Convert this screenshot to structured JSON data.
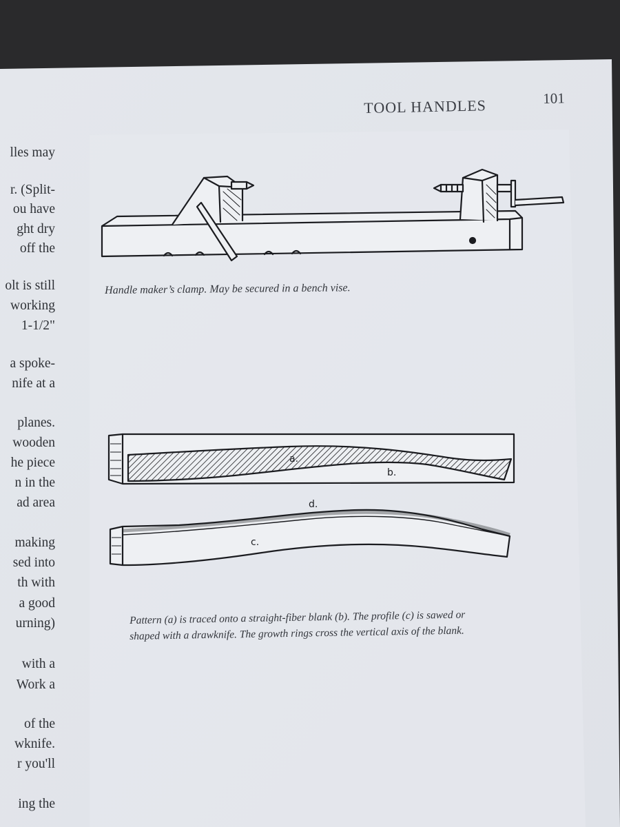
{
  "header": {
    "title": "TOOL HANDLES",
    "page_number": "101"
  },
  "left_column_fragments": [
    "lles may",
    "r. (Split-",
    "ou have",
    "ght dry",
    "off the",
    "olt is still",
    "working",
    "1-1/2\"",
    "a spoke-",
    "nife at a",
    "planes.",
    "wooden",
    "he piece",
    "n in the",
    "ad area",
    "making",
    "sed into",
    "th with",
    "a good",
    "urning)",
    "with a",
    "Work a",
    "of the",
    "wknife.",
    "r you'll",
    "ing the"
  ],
  "figure1": {
    "caption": "Handle maker’s clamp. May be secured in a bench vise."
  },
  "figure2": {
    "labels": {
      "a": "a.",
      "b": "b.",
      "c": "c.",
      "d": "d."
    },
    "caption_line1": "Pattern (a) is traced onto a straight-fiber blank (b). The profile (c) is sawed or",
    "caption_line2": "shaped with a drawknife. The growth rings cross the vertical axis of the blank."
  }
}
